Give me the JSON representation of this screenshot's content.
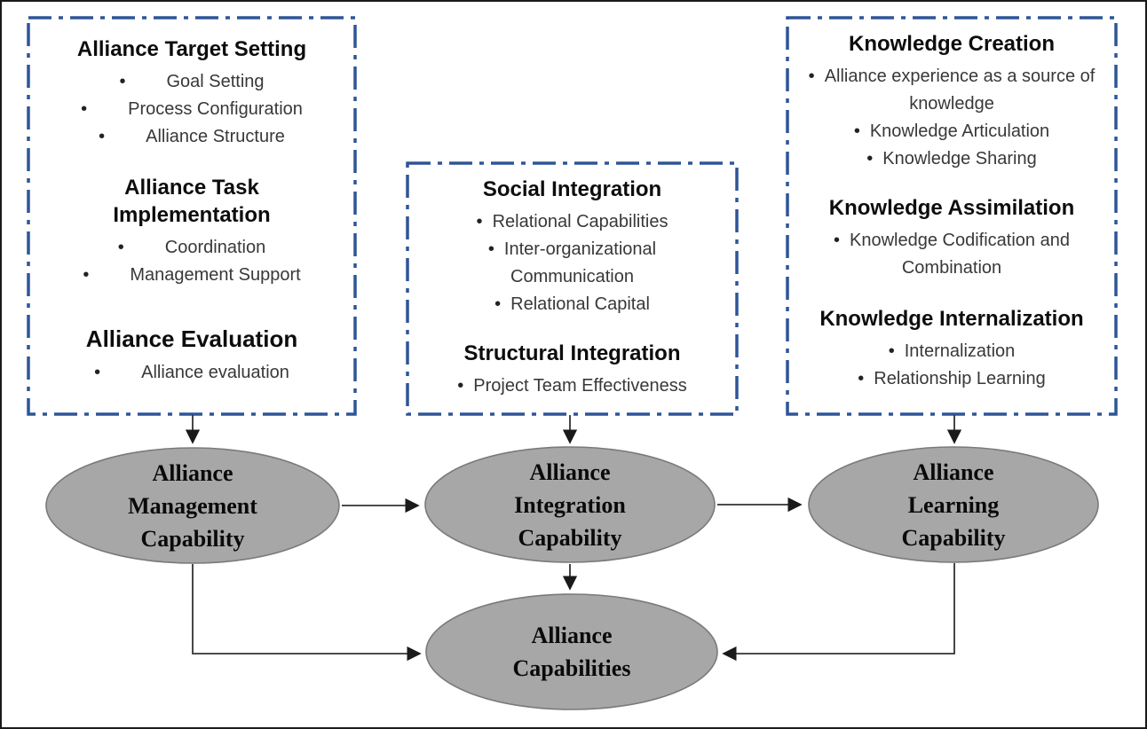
{
  "colors": {
    "dash_border": "#2e5597",
    "ellipse_fill": "#a7a7a7",
    "ellipse_stroke": "#7a7a7a",
    "arrow": "#333333",
    "heading_text": "#0d0d0d",
    "bullet_text": "#383838",
    "canvas_border": "#1a1a1a"
  },
  "boxes": [
    {
      "position": "left",
      "sections": [
        {
          "heading": "Alliance Target Setting",
          "items": [
            "Goal Setting",
            "Process Configuration",
            "Alliance Structure"
          ]
        },
        {
          "heading": "Alliance Task Implementation",
          "items": [
            "Coordination",
            "Management Support"
          ]
        },
        {
          "heading": "Alliance Evaluation",
          "items": [
            "Alliance evaluation"
          ]
        }
      ]
    },
    {
      "position": "middle",
      "sections": [
        {
          "heading": "Social Integration",
          "items": [
            "Relational Capabilities",
            "Inter-organizational Communication",
            "Relational Capital"
          ]
        },
        {
          "heading": "Structural Integration",
          "items": [
            "Project Team Effectiveness"
          ]
        }
      ]
    },
    {
      "position": "right",
      "sections": [
        {
          "heading": "Knowledge Creation",
          "items": [
            "Alliance experience as a source of knowledge",
            "Knowledge Articulation",
            "Knowledge Sharing"
          ]
        },
        {
          "heading": "Knowledge Assimilation",
          "items": [
            "Knowledge Codification and Combination"
          ]
        },
        {
          "heading": "Knowledge Internalization",
          "items": [
            "Internalization",
            "Relationship Learning"
          ]
        }
      ]
    }
  ],
  "ellipses": [
    {
      "label": "Alliance Management Capability"
    },
    {
      "label": "Alliance Integration Capability"
    },
    {
      "label": "Alliance Learning Capability"
    },
    {
      "label": "Alliance Capabilities"
    }
  ],
  "bullet_glyph": "•"
}
